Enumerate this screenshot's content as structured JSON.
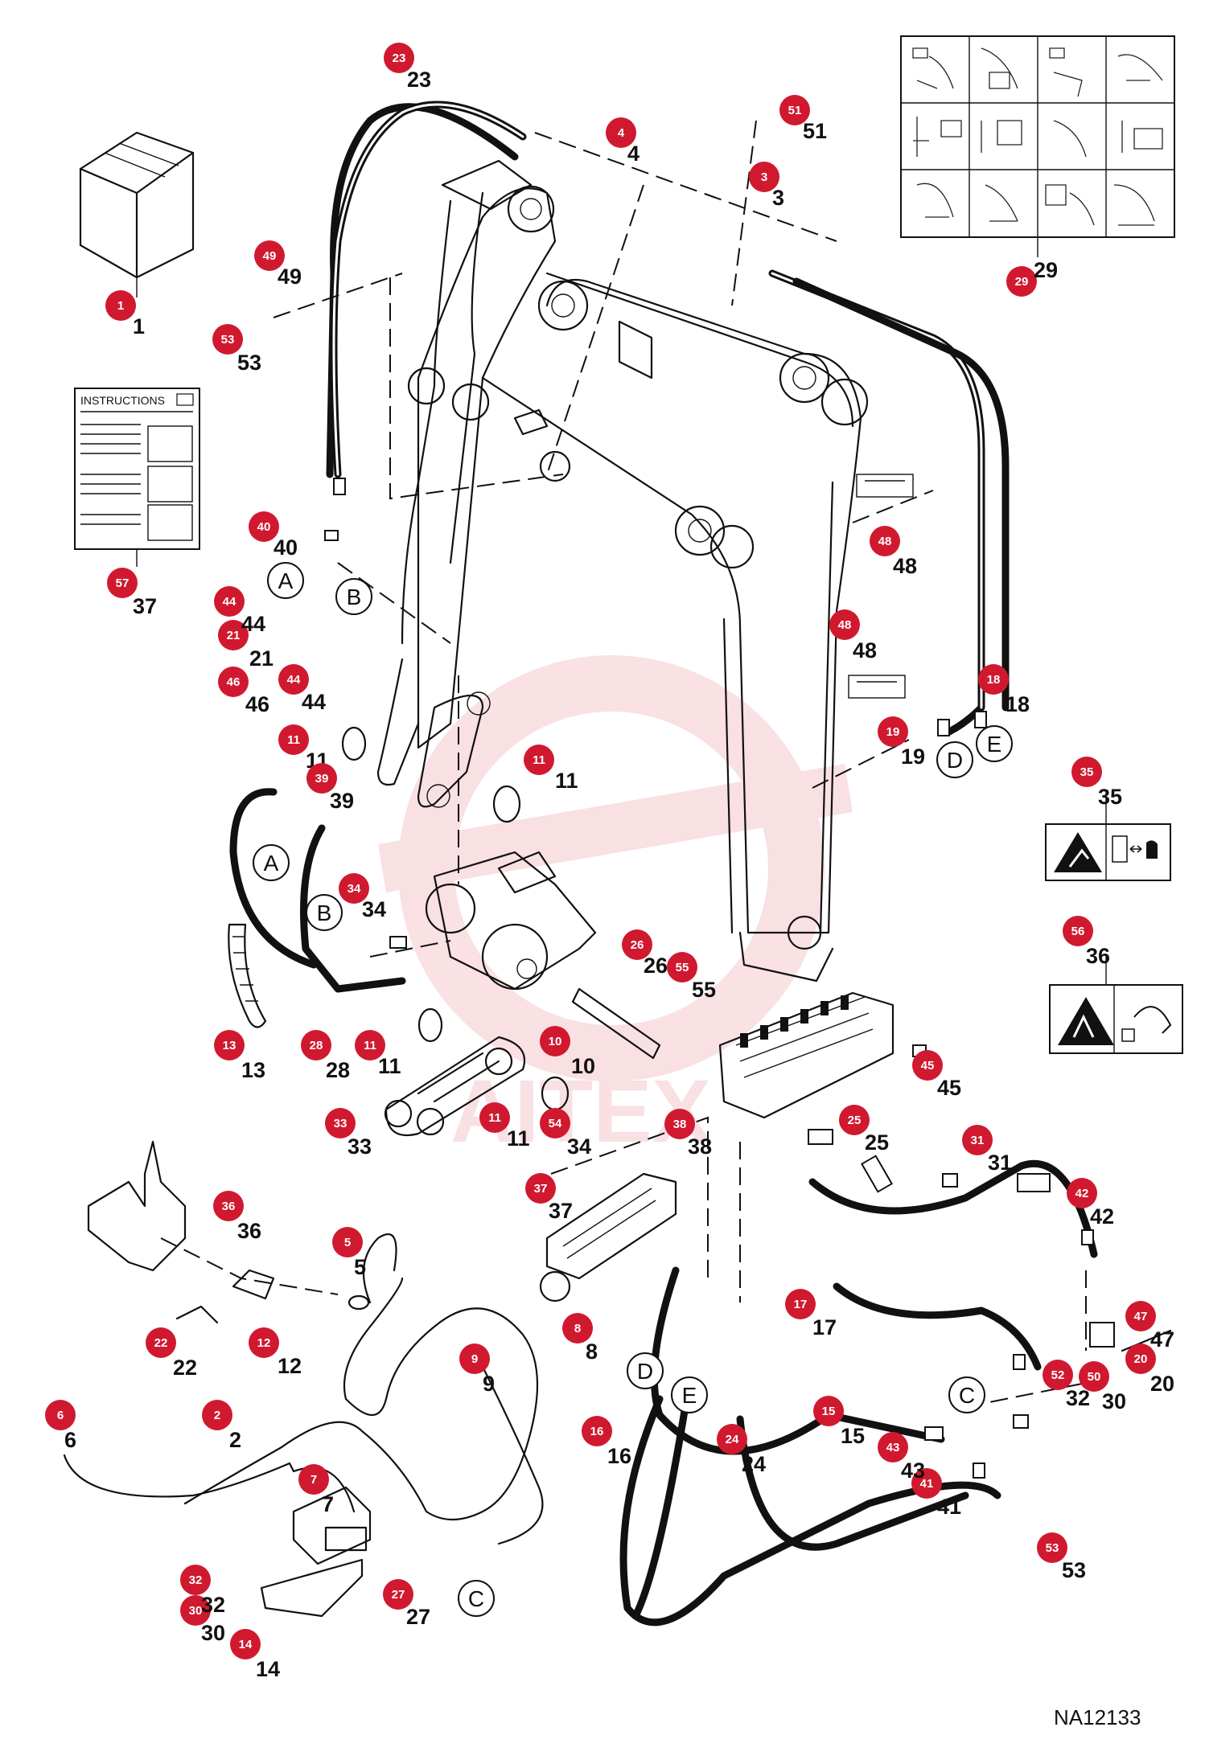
{
  "drawing_code": "NA12133",
  "instructions_label": "INSTRUCTIONS",
  "watermark_text": "AITEX",
  "accent_color": "#d0192f",
  "connector_labels": {
    "A_top": "A",
    "B_top": "B",
    "A_left": "A",
    "B_left": "B",
    "C_mid": "C",
    "C_bottom": "C",
    "D_top": "D",
    "E_top": "E",
    "D_bottom": "D",
    "E_bottom": "E"
  },
  "callouts": [
    {
      "id": "c1",
      "badge": "1",
      "label": "1"
    },
    {
      "id": "c2",
      "badge": "2",
      "label": "2"
    },
    {
      "id": "c3",
      "badge": "3",
      "label": "3"
    },
    {
      "id": "c4",
      "badge": "4",
      "label": "4"
    },
    {
      "id": "c5",
      "badge": "5",
      "label": "5"
    },
    {
      "id": "c6",
      "badge": "6",
      "label": "6"
    },
    {
      "id": "c7",
      "badge": "7",
      "label": "7"
    },
    {
      "id": "c8",
      "badge": "8",
      "label": "8"
    },
    {
      "id": "c9",
      "badge": "9",
      "label": "9"
    },
    {
      "id": "c10",
      "badge": "10",
      "label": "10"
    },
    {
      "id": "c11a",
      "badge": "11",
      "label": "11"
    },
    {
      "id": "c11b",
      "badge": "11",
      "label": "11"
    },
    {
      "id": "c11c",
      "badge": "11",
      "label": "11"
    },
    {
      "id": "c11d",
      "badge": "11",
      "label": "11"
    },
    {
      "id": "c12",
      "badge": "12",
      "label": "12"
    },
    {
      "id": "c13",
      "badge": "13",
      "label": "13"
    },
    {
      "id": "c14",
      "badge": "14",
      "label": "14"
    },
    {
      "id": "c15",
      "badge": "15",
      "label": "15"
    },
    {
      "id": "c16",
      "badge": "16",
      "label": "16"
    },
    {
      "id": "c17",
      "badge": "17",
      "label": "17"
    },
    {
      "id": "c18",
      "badge": "18",
      "label": "18"
    },
    {
      "id": "c19",
      "badge": "19",
      "label": "19"
    },
    {
      "id": "c20",
      "badge": "20",
      "label": "20"
    },
    {
      "id": "c21",
      "badge": "21",
      "label": "21"
    },
    {
      "id": "c22",
      "badge": "22",
      "label": "22"
    },
    {
      "id": "c23",
      "badge": "23",
      "label": "23"
    },
    {
      "id": "c24",
      "badge": "24",
      "label": "24"
    },
    {
      "id": "c25",
      "badge": "25",
      "label": "25"
    },
    {
      "id": "c26",
      "badge": "26",
      "label": "26"
    },
    {
      "id": "c27",
      "badge": "27",
      "label": "27"
    },
    {
      "id": "c28",
      "badge": "28",
      "label": "28"
    },
    {
      "id": "c29",
      "badge": "29",
      "label": "29"
    },
    {
      "id": "c30a",
      "badge": "30",
      "label": "30"
    },
    {
      "id": "c30b",
      "badge": "50",
      "label": "30"
    },
    {
      "id": "c31",
      "badge": "31",
      "label": "31"
    },
    {
      "id": "c32a",
      "badge": "32",
      "label": "32"
    },
    {
      "id": "c32b",
      "badge": "52",
      "label": "32"
    },
    {
      "id": "c33",
      "badge": "33",
      "label": "33"
    },
    {
      "id": "c34a",
      "badge": "34",
      "label": "34"
    },
    {
      "id": "c34b",
      "badge": "54",
      "label": "34"
    },
    {
      "id": "c35",
      "badge": "35",
      "label": "35"
    },
    {
      "id": "c36a",
      "badge": "36",
      "label": "36"
    },
    {
      "id": "c36b",
      "badge": "56",
      "label": "36"
    },
    {
      "id": "c37a",
      "badge": "37",
      "label": "37"
    },
    {
      "id": "c37b",
      "badge": "57",
      "label": "37"
    },
    {
      "id": "c38",
      "badge": "38",
      "label": "38"
    },
    {
      "id": "c39",
      "badge": "39",
      "label": "39"
    },
    {
      "id": "c40",
      "badge": "40",
      "label": "40"
    },
    {
      "id": "c41",
      "badge": "41",
      "label": "41"
    },
    {
      "id": "c42",
      "badge": "42",
      "label": "42"
    },
    {
      "id": "c43",
      "badge": "43",
      "label": "43"
    },
    {
      "id": "c44a",
      "badge": "44",
      "label": "44"
    },
    {
      "id": "c44b",
      "badge": "44",
      "label": "44"
    },
    {
      "id": "c45",
      "badge": "45",
      "label": "45"
    },
    {
      "id": "c46",
      "badge": "46",
      "label": "46"
    },
    {
      "id": "c47",
      "badge": "47",
      "label": "47"
    },
    {
      "id": "c48a",
      "badge": "48",
      "label": "48"
    },
    {
      "id": "c48b",
      "badge": "48",
      "label": "48"
    },
    {
      "id": "c49",
      "badge": "49",
      "label": "49"
    },
    {
      "id": "c51",
      "badge": "51",
      "label": "51"
    },
    {
      "id": "c53a",
      "badge": "53",
      "label": "53"
    },
    {
      "id": "c53b",
      "badge": "53",
      "label": "53"
    },
    {
      "id": "c55",
      "badge": "55",
      "label": "55"
    }
  ]
}
